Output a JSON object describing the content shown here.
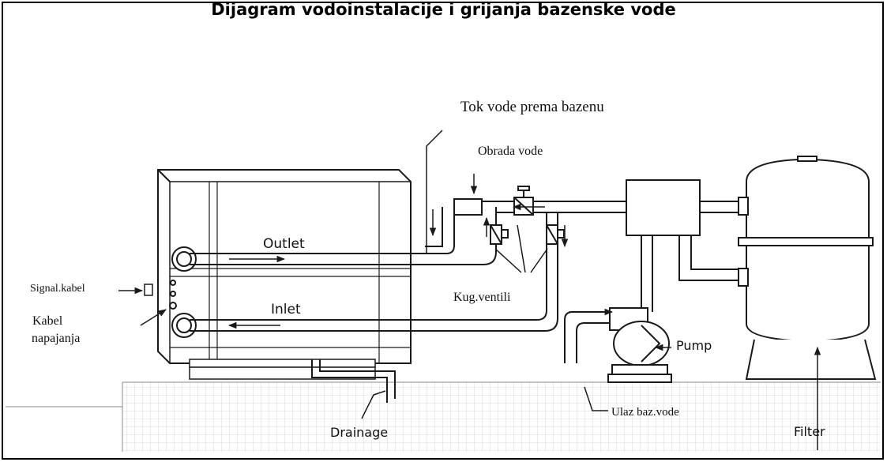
{
  "title": "Dijagram vodoinstalacije i grijanja bazenske vode",
  "labels": {
    "flow_to_pool": "Tok vode prema bazenu",
    "water_treatment": "Obrada vode",
    "outlet": "Outlet",
    "inlet": "Inlet",
    "signal_cable": "Signal.kabel",
    "power_cable_line1": "Kabel",
    "power_cable_line2": "napajanja",
    "ball_valves": "Kug.ventili",
    "pump": "Pump",
    "filter": "Filter",
    "drainage": "Drainage",
    "pool_water_inlet": "Ulaz baz.vode"
  },
  "icons": [
    "heat-pump-unit-icon",
    "ball-valve-icon",
    "water-treatment-unit-icon",
    "pump-icon",
    "sand-filter-icon",
    "drain-pipe-icon"
  ],
  "colors": {
    "line": "#1a1a1a",
    "pipe_fill": "#ffffff",
    "ground_hatch": "#9a9a9a",
    "background": "#ffffff"
  }
}
